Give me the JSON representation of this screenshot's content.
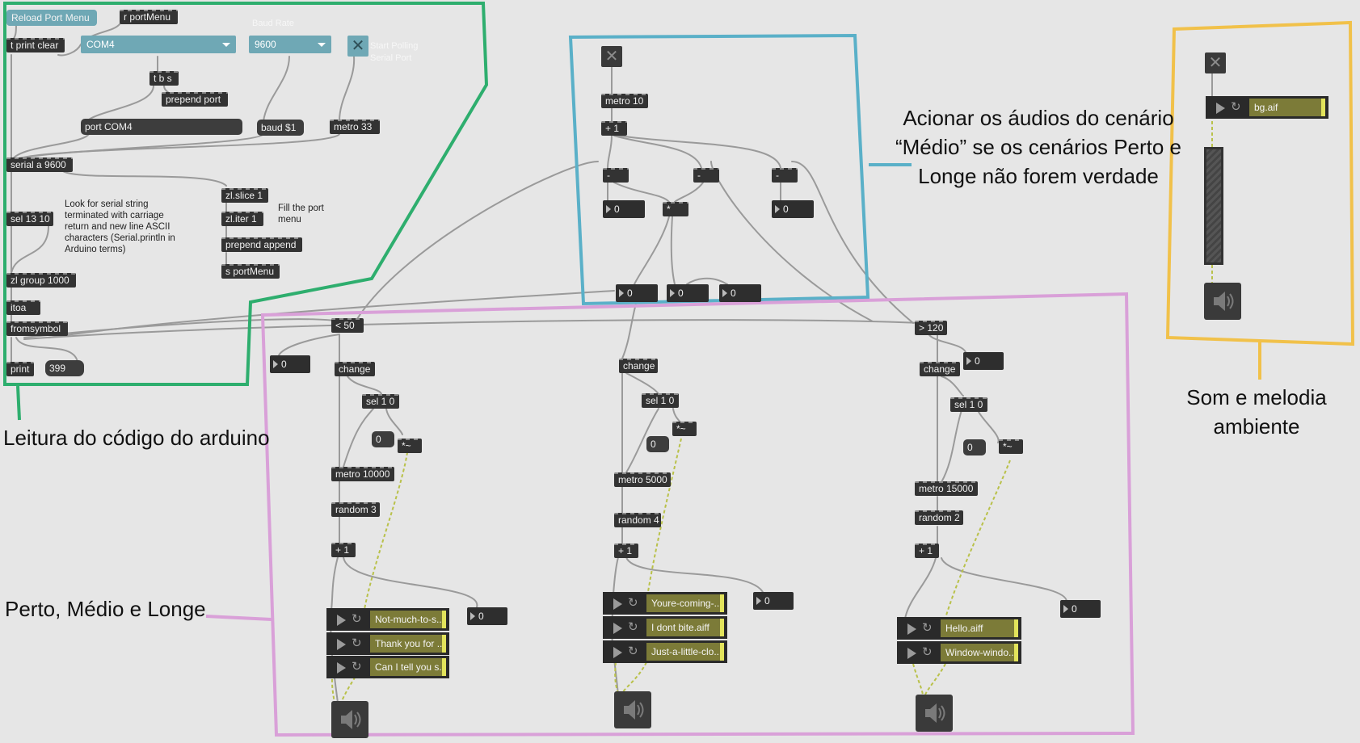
{
  "colors": {
    "background": "#e6e6e6",
    "object": "#333333",
    "teal": "#6fa8b5",
    "green_region": "#2eae6e",
    "blue_region": "#5ab0c8",
    "pink_region": "#d9a0d8",
    "yellow_region": "#f1c14a",
    "audio_cable": "#c8d24a"
  },
  "regions": {
    "arduino": {
      "label": "Leitura do código do arduino"
    },
    "medio": {
      "label_lines": [
        "Acionar os áudios do cenário",
        "“Médio” se os cenários Perto e",
        "Longe não forem verdade"
      ]
    },
    "perto_medio_longe": {
      "label": "Perto, Médio e Longe"
    },
    "ambiente": {
      "label_lines": [
        "Som e melodia",
        "ambiente"
      ]
    }
  },
  "serial_patch": {
    "reload_button": "Reload Port Menu",
    "r_portmenu": "r portMenu",
    "t_print_clear": "t print clear",
    "port_menu_value": "COM4",
    "baud_rate_label": "Baud Rate",
    "baud_menu_value": "9600",
    "start_polling_label": "Start Polling Serial Port",
    "t_b_s": "t b s",
    "prepend_port": "prepend port",
    "port_msg": "port COM4",
    "baud_msg": "baud $1",
    "metro33": "metro 33",
    "serial_obj": "serial a 9600",
    "sel_13_10": "sel 13 10",
    "comment_serial": "Look for serial string terminated with carriage return and new line ASCII characters (Serial.println in Arduino terms)",
    "zl_slice": "zl.slice 1",
    "zl_iter": "zl.iter 1",
    "comment_fill": "Fill the port menu",
    "prepend_append": "prepend append",
    "s_portmenu": "s portMenu",
    "zl_group": "zl group 1000",
    "itoa": "itoa",
    "fromsymbol": "fromsymbol",
    "print": "print",
    "value_399": "399"
  },
  "medio_patch": {
    "metro10": "metro 10",
    "plus1": "+ 1",
    "minus_a": "-",
    "minus_b": "-",
    "minus_c": "-",
    "times": "*",
    "num_a": "0",
    "num_b": "0",
    "num_c": "0",
    "num_d": "0",
    "num_e": "0"
  },
  "perto": {
    "compare": "< 50",
    "num_compare": "0",
    "change": "change",
    "sel": "sel 1 0",
    "zero_msg": "0",
    "times_sig": "*~",
    "metro": "metro 10000",
    "random": "random 3",
    "plus1": "+ 1",
    "num_out": "0",
    "files": [
      "Not-much-to-s...",
      "Thank you for ...",
      "Can I tell you s..."
    ]
  },
  "medio": {
    "change": "change",
    "sel": "sel 1 0",
    "zero_msg": "0",
    "times_sig": "*~",
    "metro": "metro 5000",
    "random": "random 4",
    "plus1": "+ 1",
    "num_out": "0",
    "files": [
      "Youre-coming-...",
      "I dont bite.aiff",
      "Just-a-little-clo..."
    ]
  },
  "longe": {
    "compare": "> 120",
    "num_compare": "0",
    "change": "change",
    "sel": "sel 1 0",
    "zero_msg": "0",
    "times_sig": "*~",
    "metro": "metro 15000",
    "random": "random 2",
    "plus1": "+ 1",
    "num_out": "0",
    "files": [
      "Hello.aiff",
      "Window-windo..."
    ]
  },
  "ambiente": {
    "file": "bg.aif"
  },
  "icons": [
    "close-x-icon",
    "play-icon",
    "loop-icon",
    "speaker-icon"
  ]
}
